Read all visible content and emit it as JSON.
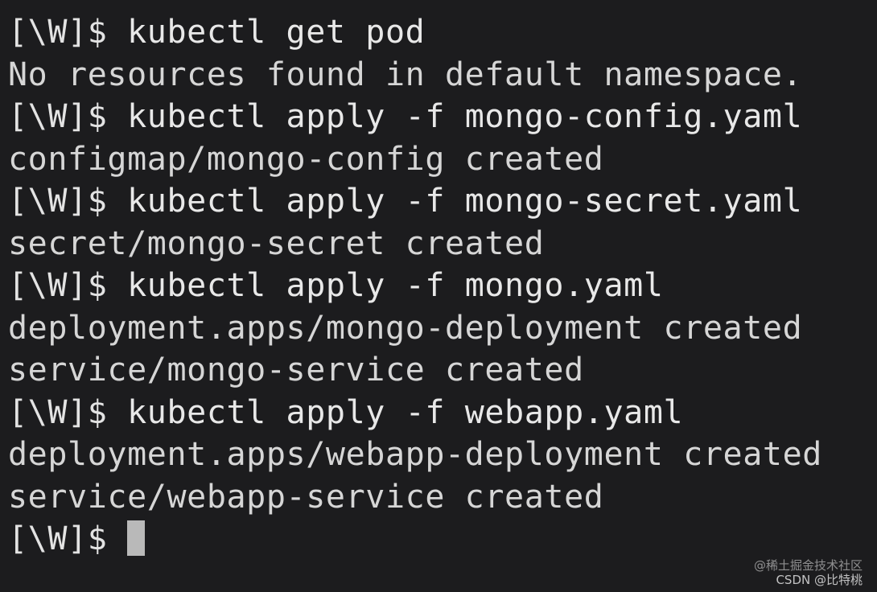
{
  "terminal": {
    "prompt": "[\\W]$ ",
    "lines": [
      {
        "type": "cmd",
        "text": "kubectl get pod"
      },
      {
        "type": "out",
        "text": "No resources found in default namespace."
      },
      {
        "type": "cmd",
        "text": "kubectl apply -f mongo-config.yaml"
      },
      {
        "type": "out",
        "text": "configmap/mongo-config created"
      },
      {
        "type": "cmd",
        "text": "kubectl apply -f mongo-secret.yaml"
      },
      {
        "type": "out",
        "text": "secret/mongo-secret created"
      },
      {
        "type": "cmd",
        "text": "kubectl apply -f mongo.yaml"
      },
      {
        "type": "out",
        "text": "deployment.apps/mongo-deployment created"
      },
      {
        "type": "out",
        "text": "service/mongo-service created"
      },
      {
        "type": "cmd",
        "text": "kubectl apply -f webapp.yaml"
      },
      {
        "type": "out",
        "text": "deployment.apps/webapp-deployment created"
      },
      {
        "type": "out",
        "text": "service/webapp-service created"
      }
    ],
    "current_input": ""
  },
  "watermark": {
    "line1": "@稀土掘金技术社区",
    "line2": "CSDN @比特桃"
  }
}
